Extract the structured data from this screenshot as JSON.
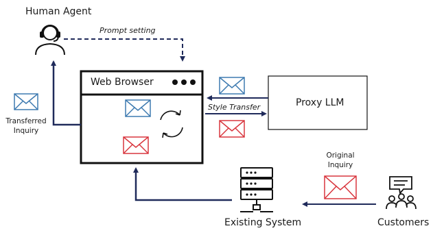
{
  "labels": {
    "human_agent": "Human Agent",
    "prompt_setting": "Prompt setting",
    "web_browser": "Web Browser",
    "proxy_llm": "Proxy LLM",
    "style_transfer": "Style Transfer",
    "transferred_inquiry_line1": "Transferred",
    "transferred_inquiry_line2": "Inquiry",
    "original_inquiry_line1": "Original",
    "original_inquiry_line2": "Inquiry",
    "existing_system": "Existing System",
    "customers": "Customers"
  },
  "colors": {
    "navy": "#1f2a5a",
    "blue_envelope": "#3d7ab0",
    "red_envelope": "#d9363e",
    "black": "#111111"
  },
  "icons": [
    "headset-agent-icon",
    "envelope-icon",
    "refresh-cycle-icon",
    "server-icon",
    "chat-group-icon"
  ]
}
